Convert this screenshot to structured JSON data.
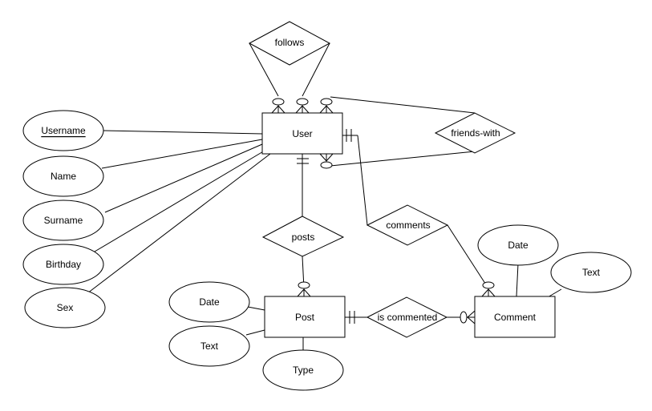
{
  "entities": {
    "user": "User",
    "post": "Post",
    "comment": "Comment"
  },
  "relationships": {
    "follows": "follows",
    "friends_with": "friends-with",
    "posts": "posts",
    "comments": "comments",
    "is_commented": "is commented"
  },
  "attributes": {
    "user": {
      "username": "Username",
      "name": "Name",
      "surname": "Surname",
      "birthday": "Birthday",
      "sex": "Sex"
    },
    "post": {
      "date": "Date",
      "text": "Text",
      "type": "Type"
    },
    "comment": {
      "date": "Date",
      "text": "Text"
    }
  },
  "colors": {
    "stroke": "#000000",
    "fill": "#ffffff"
  }
}
